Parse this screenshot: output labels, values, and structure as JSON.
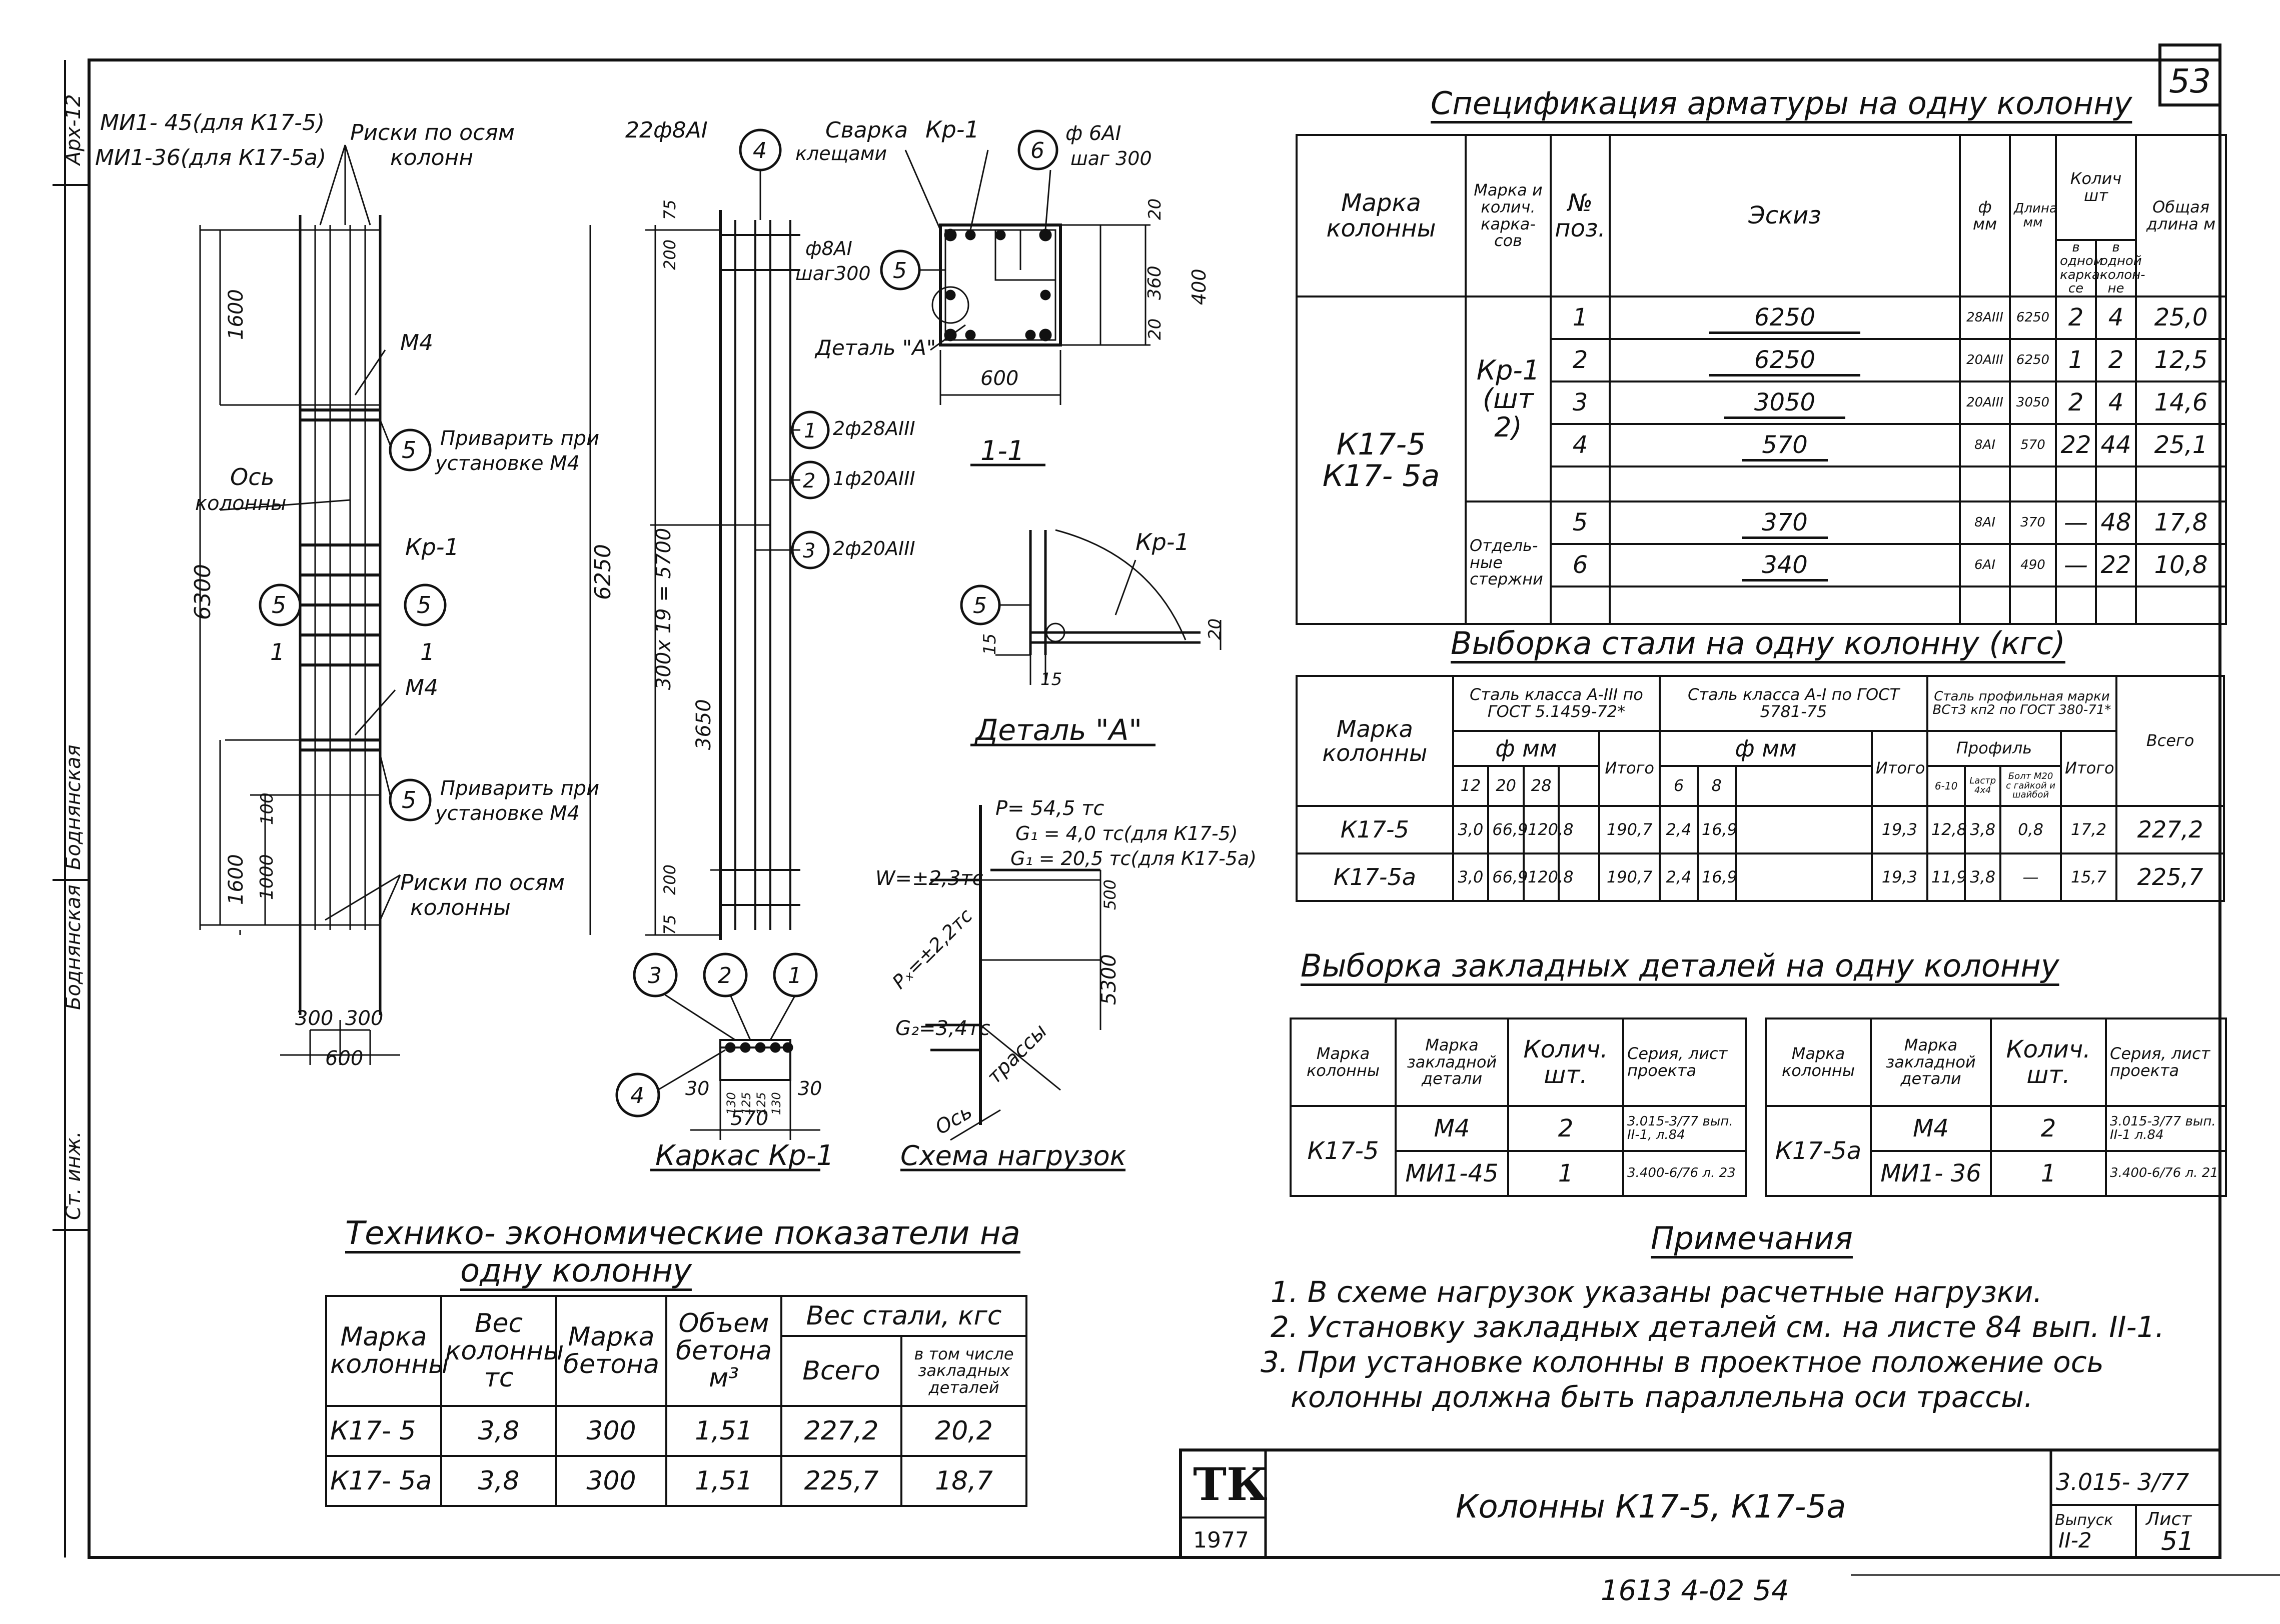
{
  "sheet_number": "53",
  "margin_labels": [
    "Арх-12",
    "Ст. инж.",
    "Боднянская"
  ],
  "margin_stamp_text": "Боднянская",
  "stray_number": "1613 4-02  54",
  "titles": {
    "spec": "Спецификация арматуры на одну колонну",
    "steel": "Выборка стали на одну колонну (кгс)",
    "embedded": "Выборка закладных деталей на одну колонну",
    "tech": "Технико- экономические показатели на",
    "tech2": "одну колонну",
    "notes": "Примечания"
  },
  "drawing": {
    "col_labels": {
      "mi_45": "МИ1- 45(для К17-5)",
      "mi_36": "МИ1-36(для К17-5а)",
      "riski_top": "Риски по осям",
      "riski_top2": "колонн",
      "riski_bot": "Риски по осям",
      "riski_bot2": "колонны",
      "os": "Ось",
      "os2": "колонны",
      "m4_a": "М4",
      "m4_b": "М4",
      "kr1": "Кр-1",
      "weld1": "Приварить при",
      "weld1b": "установке М4",
      "weld2": "Приварить при",
      "weld2b": "установке М4",
      "sec1": "1",
      "sec1b": "1",
      "circle5": "5"
    },
    "col_dims": {
      "d1600a": "1600",
      "d6300": "6300",
      "d1600b": "1600",
      "d100": "100",
      "d1000": "1000",
      "d300a": "300",
      "d300b": "300",
      "d600": "600"
    },
    "cage_labels": {
      "top_bar": "22ф8АI",
      "c4": "4",
      "c1": "1",
      "c2": "2",
      "c3": "3",
      "b1": "2ф28АIII",
      "b2": "1ф20АIII",
      "b3": "2ф20АIII",
      "d75a": "75",
      "d200a": "200",
      "d6250": "6250",
      "d300x19": "300х 19 = 5700",
      "d3650": "3650",
      "d200b": "200",
      "d75b": "75",
      "cage_title": "Каркас Кр-1",
      "cage_d30a": "30",
      "cage_d30b": "30",
      "cage_d570": "570",
      "cage_d130": "130",
      "cage_d125a": "125",
      "cage_d125b": "125",
      "cage_d130b": "130"
    },
    "section_labels": {
      "weld": "Сварка",
      "weld2": "клещами",
      "kr1": "Кр-1",
      "c6": "6",
      "bar6": "ф 6АI",
      "step6": "шаг 300",
      "bar8": "ф8АI",
      "step8": "шаг300",
      "c5": "5",
      "detail_ref": "Деталь \"А\"",
      "d20a": "20",
      "d360": "360",
      "d20b": "20",
      "d400": "400",
      "d600": "600",
      "sec_title": "1-1"
    },
    "detail_labels": {
      "kr1": "Кр-1",
      "c5": "5",
      "d15a": "15",
      "d15b": "15",
      "d20": "20",
      "title": "Деталь \"А\""
    },
    "load_labels": {
      "p": "Р= 54,5 тс",
      "g1a": "G₁ = 4,0 тс(для К17-5)",
      "g1b": "G₁ = 20,5 тс(для К17-5а)",
      "w": "W=±2,3тс",
      "px": "Pₓ=±2,2тс",
      "g2": "G₂=3,4тс",
      "d500": "500",
      "d5300": "5300",
      "trassy": "трассы",
      "os": "Ось",
      "title": "Схема нагрузок"
    }
  },
  "spec_table": {
    "headers": [
      "Марка колонны",
      "Марка и колич. карка-сов",
      "№ поз.",
      "Эскиз",
      "ф мм",
      "Длина мм",
      "Колич шт",
      "в одном карка-се",
      "в одной колон-не",
      "Общая длина м"
    ],
    "column_marks": [
      "К17-5",
      "К17- 5а"
    ],
    "frame": "Кр-1",
    "frame_count": "(шт 2)",
    "separate": "Отдель-ные стержни",
    "rows": [
      {
        "pos": "1",
        "sketch": "6250",
        "d": "28АIII",
        "len": "6250",
        "q1": "2",
        "q2": "4",
        "total": "25,0"
      },
      {
        "pos": "2",
        "sketch": "6250",
        "d": "20АIII",
        "len": "6250",
        "q1": "1",
        "q2": "2",
        "total": "12,5"
      },
      {
        "pos": "3",
        "sketch": "3050",
        "d": "20АIII",
        "len": "3050",
        "q1": "2",
        "q2": "4",
        "total": "14,6"
      },
      {
        "pos": "4",
        "sketch": "570",
        "d": "8АI",
        "len": "570",
        "q1": "22",
        "q2": "44",
        "total": "25,1"
      },
      {
        "pos": "5",
        "sketch": "370",
        "d": "8АI",
        "len": "370",
        "q1": "—",
        "q2": "48",
        "total": "17,8"
      },
      {
        "pos": "6",
        "sketch": "340",
        "d": "6АI",
        "len": "490",
        "q1": "—",
        "q2": "22",
        "total": "10,8"
      }
    ]
  },
  "steel_table": {
    "h_mark": "Марка колонны",
    "h_a3": "Сталь класса А-III по ГОСТ 5.1459-72*",
    "h_a1": "Сталь класса А-I по ГОСТ 5781-75",
    "h_prof": "Сталь профильная марки ВСт3 кп2 по ГОСТ 380-71*",
    "h_fmm": "ф мм",
    "h_fmm2": "ф мм",
    "h_itogo": "Итого",
    "h_itogo2": "Итого",
    "h_itogo3": "Итого",
    "h_total": "Всего",
    "h_profil": "Профиль",
    "sub_a3": [
      "12",
      "20",
      "28",
      ""
    ],
    "sub_a1": [
      "6",
      "8",
      ""
    ],
    "sub_prof": [
      "6-10",
      "Lастр 4х4",
      "Болт М20 с гайкой и шайбой"
    ],
    "rows": [
      {
        "mark": "К17-5",
        "a": [
          "3,0",
          "66,9",
          "120,8",
          ""
        ],
        "ai": "190,7",
        "b": [
          "2,4",
          "16,9",
          ""
        ],
        "bi": "19,3",
        "p": [
          "12,8",
          "3,8",
          "0,8"
        ],
        "pi": "17,2",
        "tot": "227,2"
      },
      {
        "mark": "К17-5а",
        "a": [
          "3,0",
          "66,9",
          "120,8",
          ""
        ],
        "ai": "190,7",
        "b": [
          "2,4",
          "16,9",
          ""
        ],
        "bi": "19,3",
        "p": [
          "11,9",
          "3,8",
          "—"
        ],
        "pi": "15,7",
        "tot": "225,7"
      }
    ]
  },
  "embedded_left": {
    "headers": [
      "Марка колонны",
      "Марка закладной детали",
      "Колич. шт.",
      "Серия, лист проекта"
    ],
    "mark": "К17-5",
    "rows": [
      {
        "part": "М4",
        "qty": "2",
        "ser": "3.015-3/77 вып. II-1, л.84"
      },
      {
        "part": "МИ1-45",
        "qty": "1",
        "ser": "3.400-6/76 л. 23"
      }
    ]
  },
  "embedded_right": {
    "headers": [
      "Марка колонны",
      "Марка закладной детали",
      "Колич. шт.",
      "Серия, лист проекта"
    ],
    "mark": "К17-5а",
    "rows": [
      {
        "part": "М4",
        "qty": "2",
        "ser": "3.015-3/77 вып. II-1 л.84"
      },
      {
        "part": "МИ1- 36",
        "qty": "1",
        "ser": "3.400-6/76 л. 21"
      }
    ]
  },
  "tech_table": {
    "headers": [
      "Марка колонны",
      "Вес колонны тс",
      "Марка бетона",
      "Объем бетона м³",
      "Вес стали, кгс",
      "Всего",
      "в том числе закладных деталей"
    ],
    "rows": [
      {
        "mark": "К17- 5",
        "w": "3,8",
        "b": "300",
        "v": "1,51",
        "s": "227,2",
        "e": "20,2"
      },
      {
        "mark": "К17- 5а",
        "w": "3,8",
        "b": "300",
        "v": "1,51",
        "s": "225,7",
        "e": "18,7"
      }
    ]
  },
  "notes": [
    "1. В схеме нагрузок указаны расчетные нагрузки.",
    "2. Установку закладных деталей см. на листе 84 вып. II-1.",
    "3. При установке колонны в проектное положение ось",
    "колонны должна быть параллельна оси трассы."
  ],
  "stamp": {
    "logo": "ТК",
    "year": "1977",
    "title": "Колонны К17-5, К17-5а",
    "series": "3.015- 3/77",
    "issue_label": "Выпуск",
    "issue": "II-2",
    "sheet_label": "Лист",
    "sheet": "51"
  }
}
